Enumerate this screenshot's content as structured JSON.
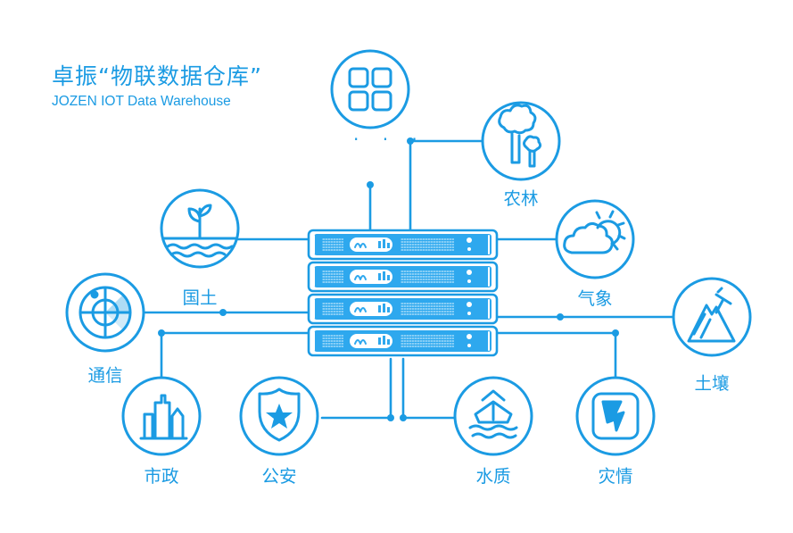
{
  "title": "卓振“物联数据仓库”",
  "subtitle": "JOZEN IOT Data Warehouse",
  "ellipsis": "· · ·",
  "nodes": {
    "agroforestry": "农林",
    "weather": "气象",
    "soil": "土壤",
    "disaster": "灾情",
    "water_quality": "水质",
    "public_security": "公安",
    "municipal": "市政",
    "telecom": "通信",
    "land_resources": "国土"
  },
  "colors": {
    "accent": "#1b9be3",
    "server_fill": "#2ea8ee",
    "background": "#ffffff"
  },
  "icons": [
    "apps-grid-icon",
    "trees-icon",
    "cloud-sun-icon",
    "mountain-pickaxe-icon",
    "lightning-crack-icon",
    "ship-waves-icon",
    "police-badge-icon",
    "buildings-icon",
    "radar-icon",
    "sprout-land-icon",
    "server-rack-icon"
  ]
}
